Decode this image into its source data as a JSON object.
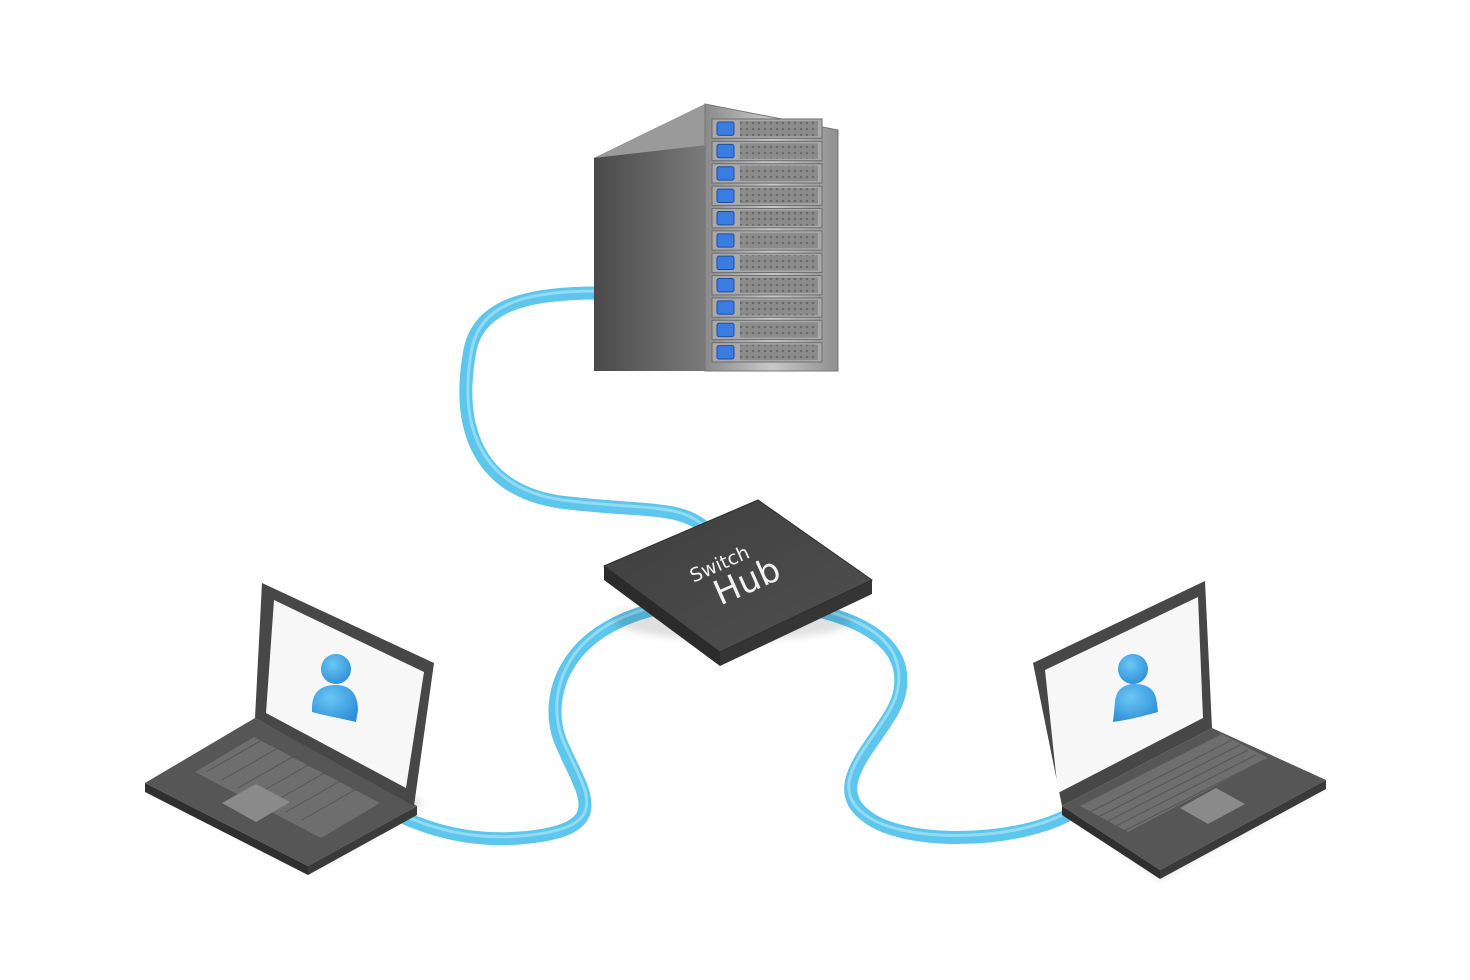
{
  "hub": {
    "label_line1": "Switch",
    "label_line2": "Hub"
  },
  "server": {
    "drive_bays": 11
  },
  "nodes": [
    {
      "id": "server",
      "icon": "server-rack-icon"
    },
    {
      "id": "hub",
      "icon": "switch-hub-icon"
    },
    {
      "id": "laptop-left",
      "icon": "laptop-icon",
      "screen_icon": "user-icon"
    },
    {
      "id": "laptop-right",
      "icon": "laptop-icon",
      "screen_icon": "user-icon"
    }
  ],
  "links": [
    {
      "from": "server",
      "to": "hub"
    },
    {
      "from": "hub",
      "to": "laptop-left"
    },
    {
      "from": "hub",
      "to": "laptop-right"
    }
  ],
  "colors": {
    "cable": "#5ec6ec",
    "cable_highlight": "#a8e4f8",
    "device_dark": "#474747",
    "device_mid": "#5a5a5a",
    "led_blue": "#3a7de0",
    "user_icon": "#38a4e6"
  }
}
